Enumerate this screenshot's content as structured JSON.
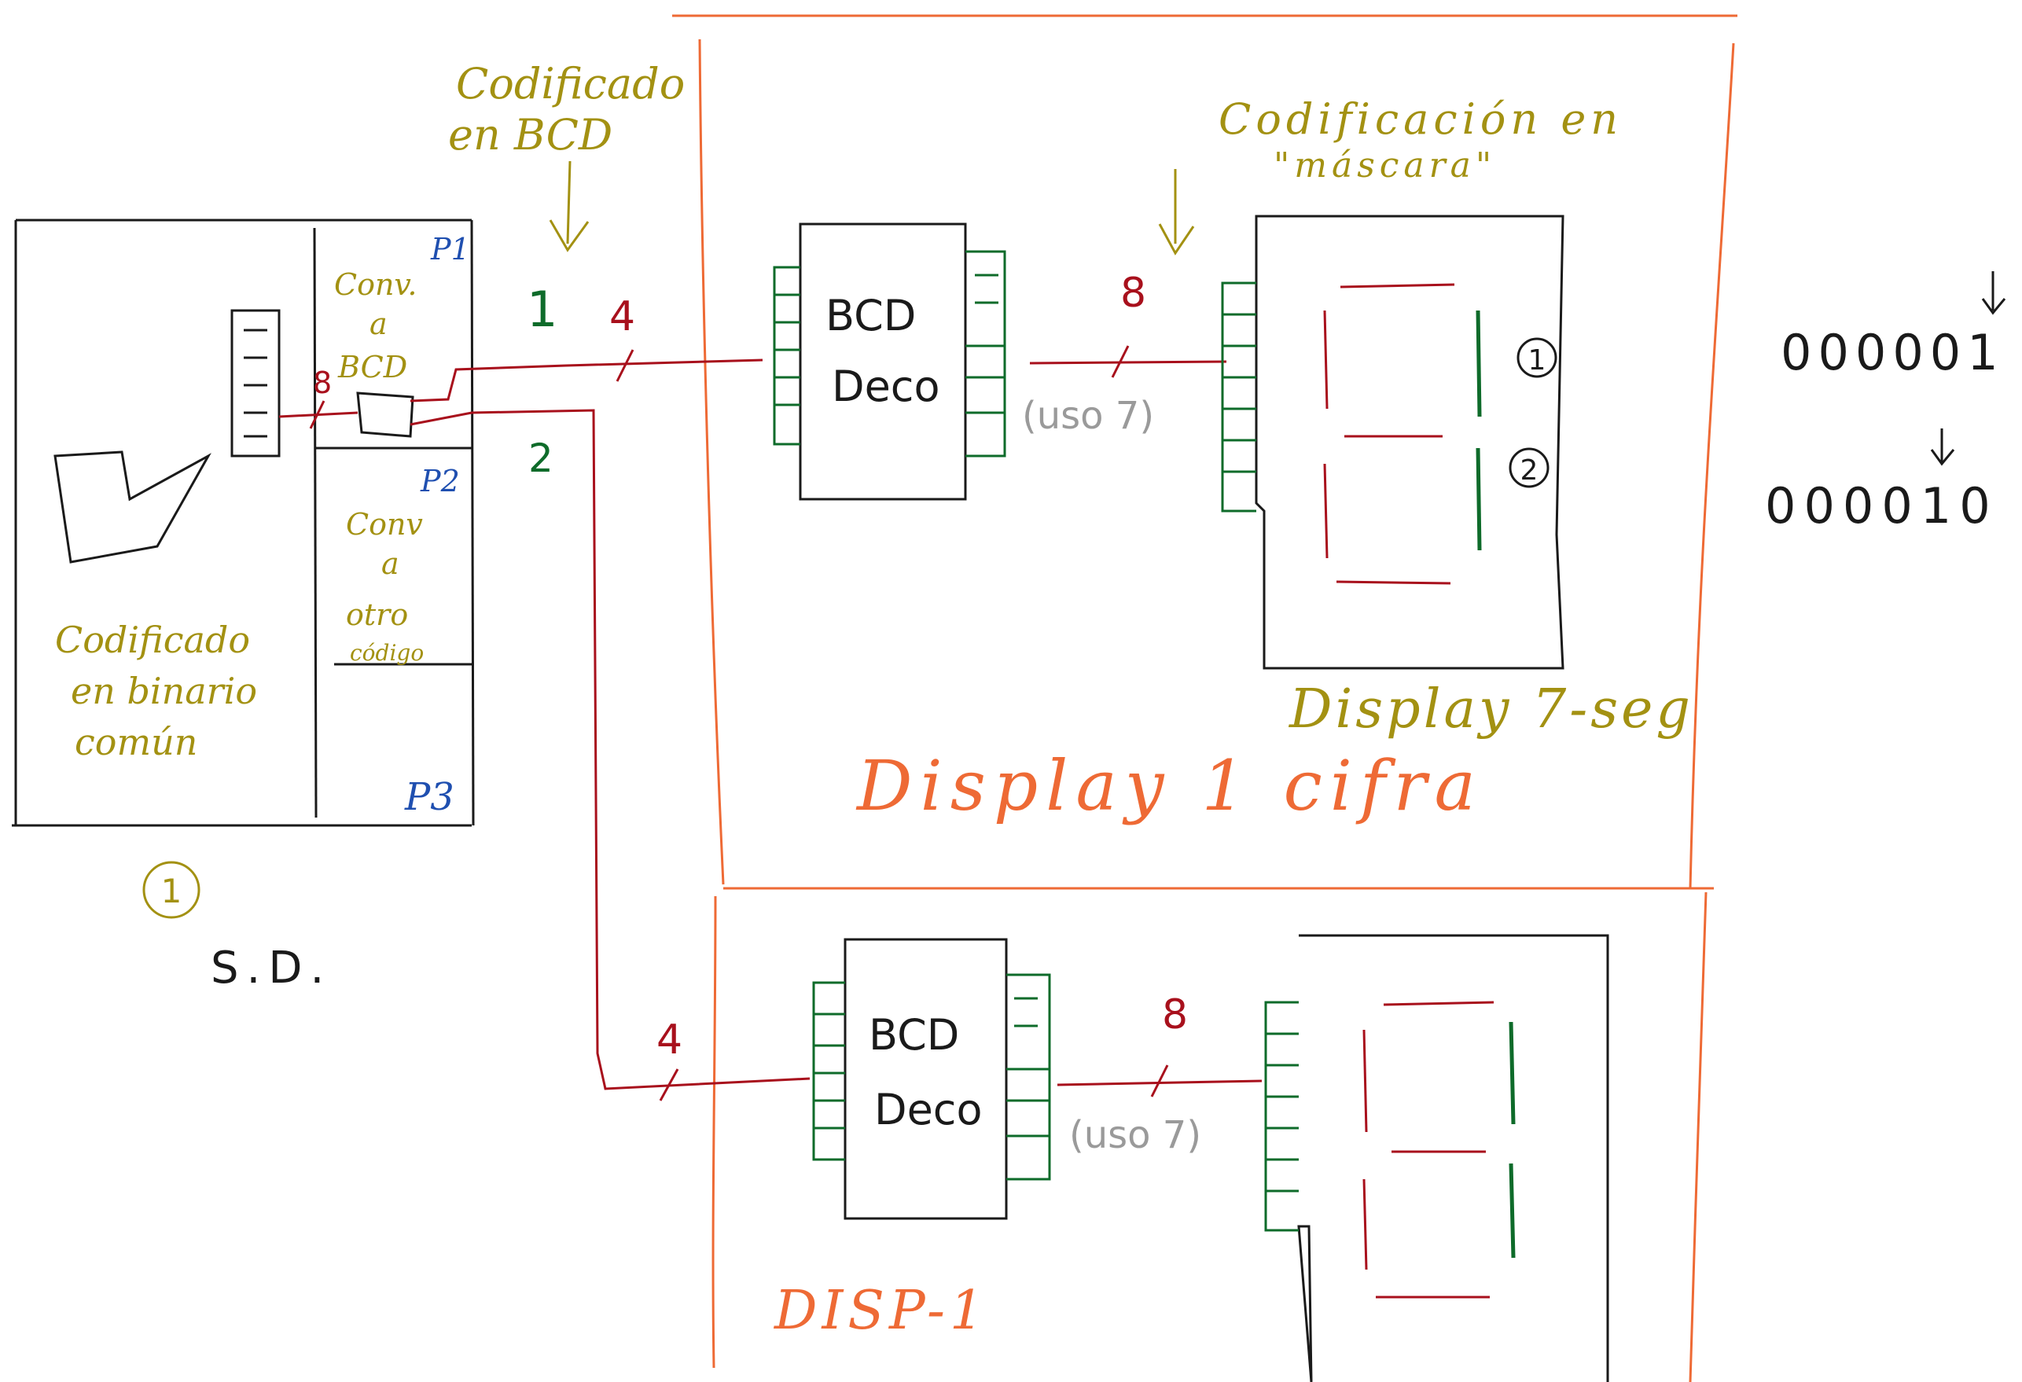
{
  "colors": {
    "ink": "#1a1a1a",
    "orange": "#ee6a35",
    "olive": "#a39112",
    "red": "#a8101c",
    "green": "#0e6b2a",
    "blue": "#1f4fb0",
    "gray": "#9a9a9a"
  },
  "sd": {
    "label_binary": [
      "Codificado",
      "en binario",
      "común"
    ],
    "label_conv_bcd": [
      "Conv.",
      "a",
      "BCD"
    ],
    "label_conv_otro": [
      "Conv",
      "a",
      "otro",
      "código"
    ],
    "p1": "P1",
    "p2": "P2",
    "p3": "P3",
    "circle_num": "1",
    "name": "S.D.",
    "bus_in": "8"
  },
  "annotations": {
    "bcd_note": [
      "Codificado",
      "en BCD"
    ],
    "mask_note": [
      "Codificación en",
      "\"máscara\""
    ]
  },
  "wires": {
    "out1_label": "1",
    "out2_label": "2",
    "bus_top_width": "4",
    "bus_top_seg": "8",
    "bus_bottom_width": "4",
    "bus_bottom_seg": "8",
    "uso_top": "(uso 7)",
    "uso_bottom": "(uso 7)"
  },
  "deco_top": {
    "line1": "BCD",
    "line2": "Deco"
  },
  "deco_bottom": {
    "line1": "BCD",
    "line2": "Deco"
  },
  "display_top": {
    "circle_1": "1",
    "circle_2": "2",
    "seg_label": "Display 7-seg",
    "box_label": "Display 1 cifra"
  },
  "display_bottom": {
    "box_label": "DISP-1"
  },
  "codes": {
    "code1": "000001",
    "code2": "000010"
  }
}
